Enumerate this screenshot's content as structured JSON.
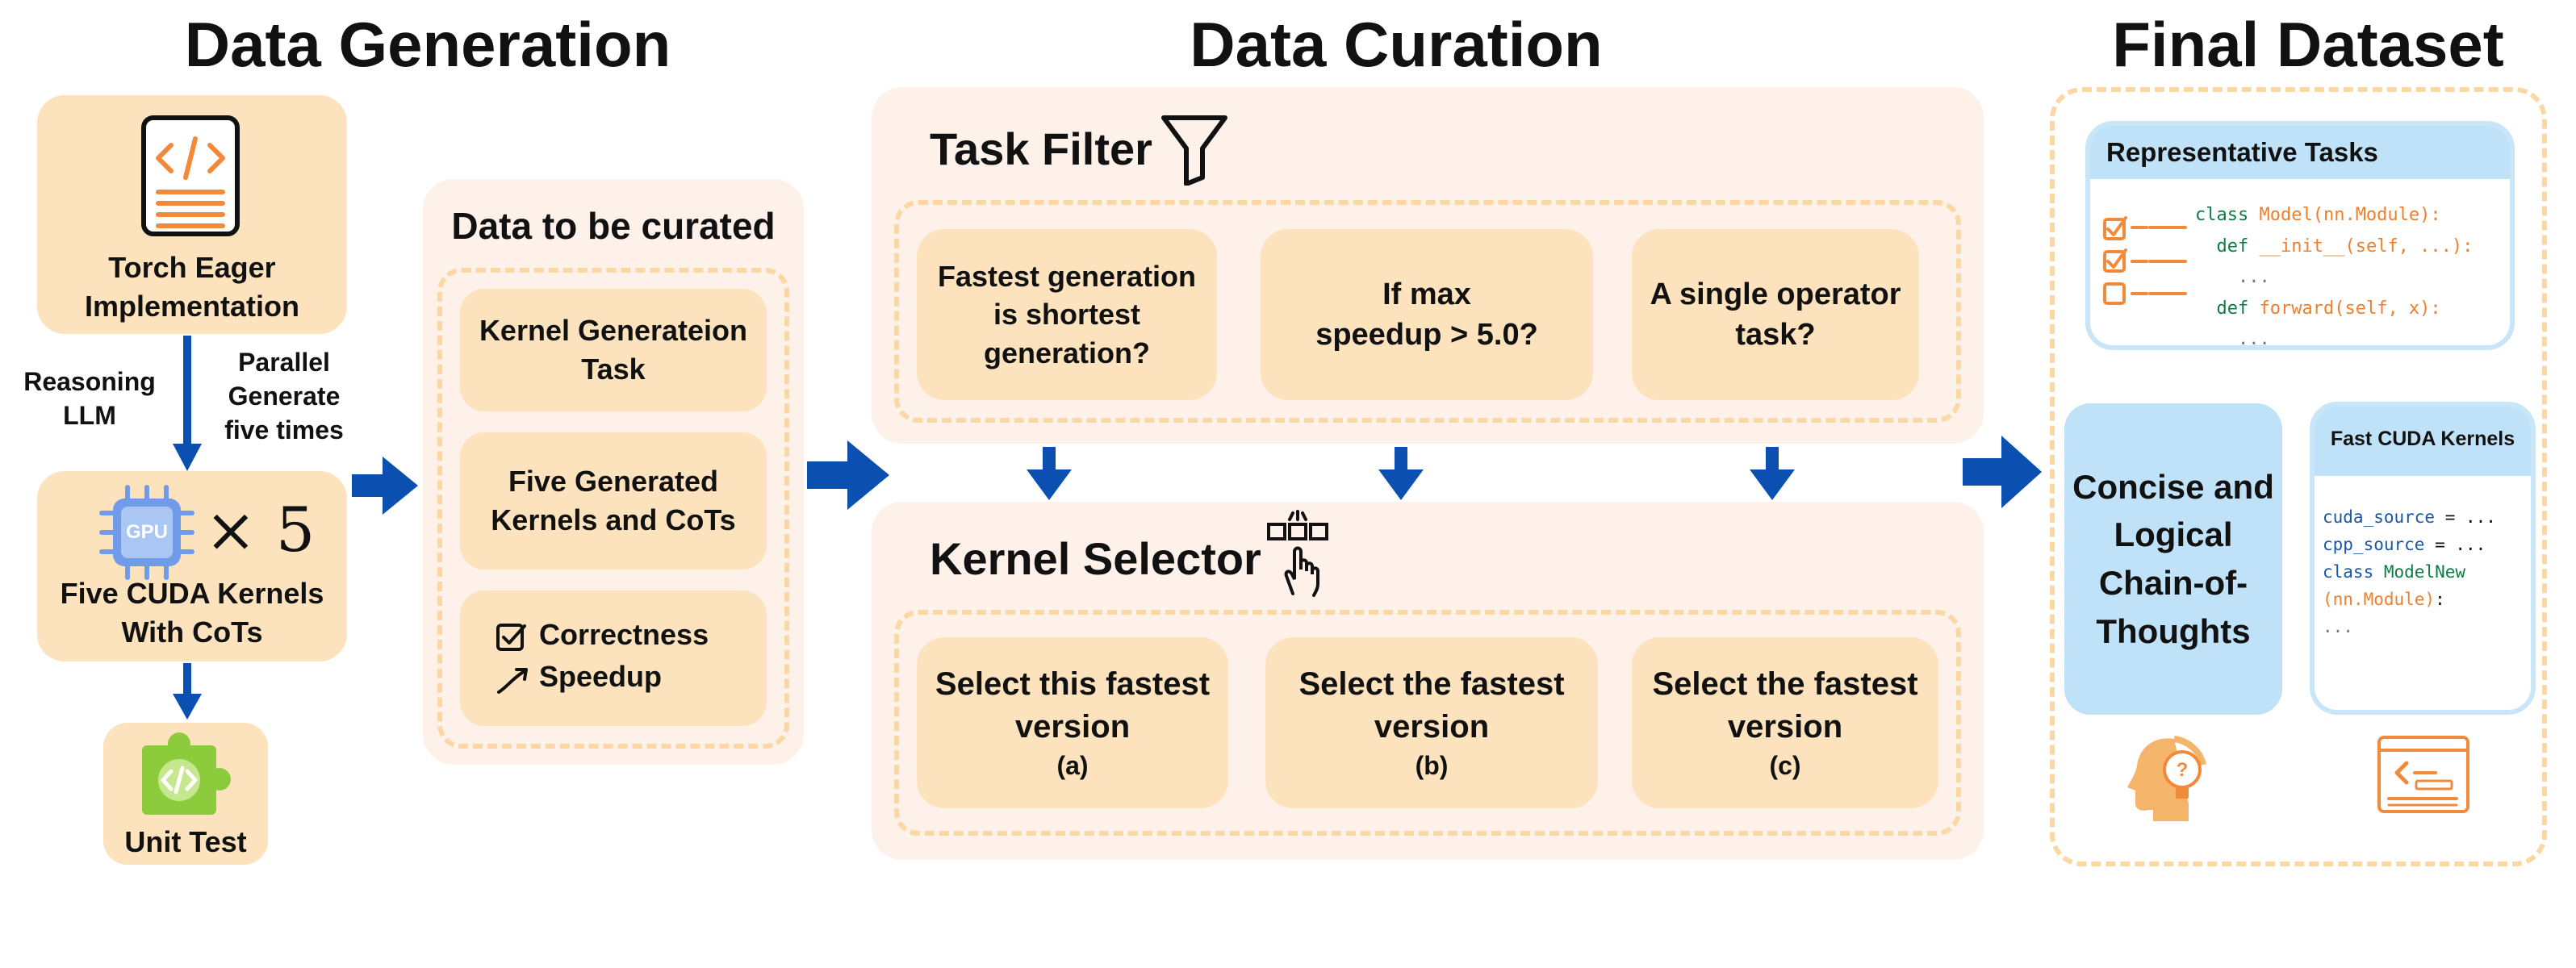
{
  "sections": {
    "generation": "Data Generation",
    "curation": "Data Curation",
    "final": "Final Dataset"
  },
  "generation": {
    "torch_line1": "Torch Eager",
    "torch_line2": "Implementation",
    "reasoning_line1": "Reasoning",
    "reasoning_line2": "LLM",
    "parallel_line1": "Parallel",
    "parallel_line2": "Generate",
    "parallel_line3": "five times",
    "gpu_label": "GPU",
    "times5": "× 5",
    "kernels_line1": "Five CUDA Kernels",
    "kernels_line2": "With CoTs",
    "unit_test": "Unit Test"
  },
  "curated": {
    "title": "Data to be curated",
    "item1_line1": "Kernel Generateion",
    "item1_line2": "Task",
    "item2_line1": "Five Generated",
    "item2_line2": "Kernels and CoTs",
    "check1": "Correctness",
    "check2": "Speedup"
  },
  "task_filter": {
    "title": "Task Filter",
    "q1_line1": "Fastest generation",
    "q1_line2": "is shortest",
    "q1_line3": "generation?",
    "q2_line1": "If max",
    "q2_line2": "speedup > 5.0?",
    "q3_line1": "A single operator",
    "q3_line2": "task?"
  },
  "kernel_selector": {
    "title": "Kernel Selector",
    "s1_line1": "Select this fastest",
    "s1_line2": "version",
    "s1_tag": "(a)",
    "s2_line1": "Select the fastest",
    "s2_line2": "version",
    "s2_tag": "(b)",
    "s3_line1": "Select the fastest",
    "s3_line2": "version",
    "s3_tag": "(c)"
  },
  "final": {
    "rep_title": "Representative Tasks",
    "code_class": "class",
    "code_model": "Model(nn.Module):",
    "code_def": "def",
    "code_init": "__init__(self, ...):",
    "code_dots1": "...",
    "code_forward": "forward(self, x):",
    "code_dots2": "...",
    "cot_line1": "Concise and",
    "cot_line2": "Logical",
    "cot_line3": "Chain-of-",
    "cot_line4": "Thoughts",
    "fast_title": "Fast CUDA Kernels",
    "fk_cuda_source": "cuda_source",
    "fk_cpp_source": "cpp_source",
    "fk_assign": "= ...",
    "fk_class": "class",
    "fk_modelnew": "ModelNew",
    "fk_nnmodule": "(nn.Module)",
    "fk_colon": ":",
    "fk_dots": "..."
  },
  "colors": {
    "peach": "#fde3bd",
    "panel": "#fdf1e9",
    "dashed": "#fbd7a4",
    "blue_arrow": "#0b4fb0",
    "light_blue": "#bfe2f8",
    "icon_orange": "#f28a3c"
  }
}
